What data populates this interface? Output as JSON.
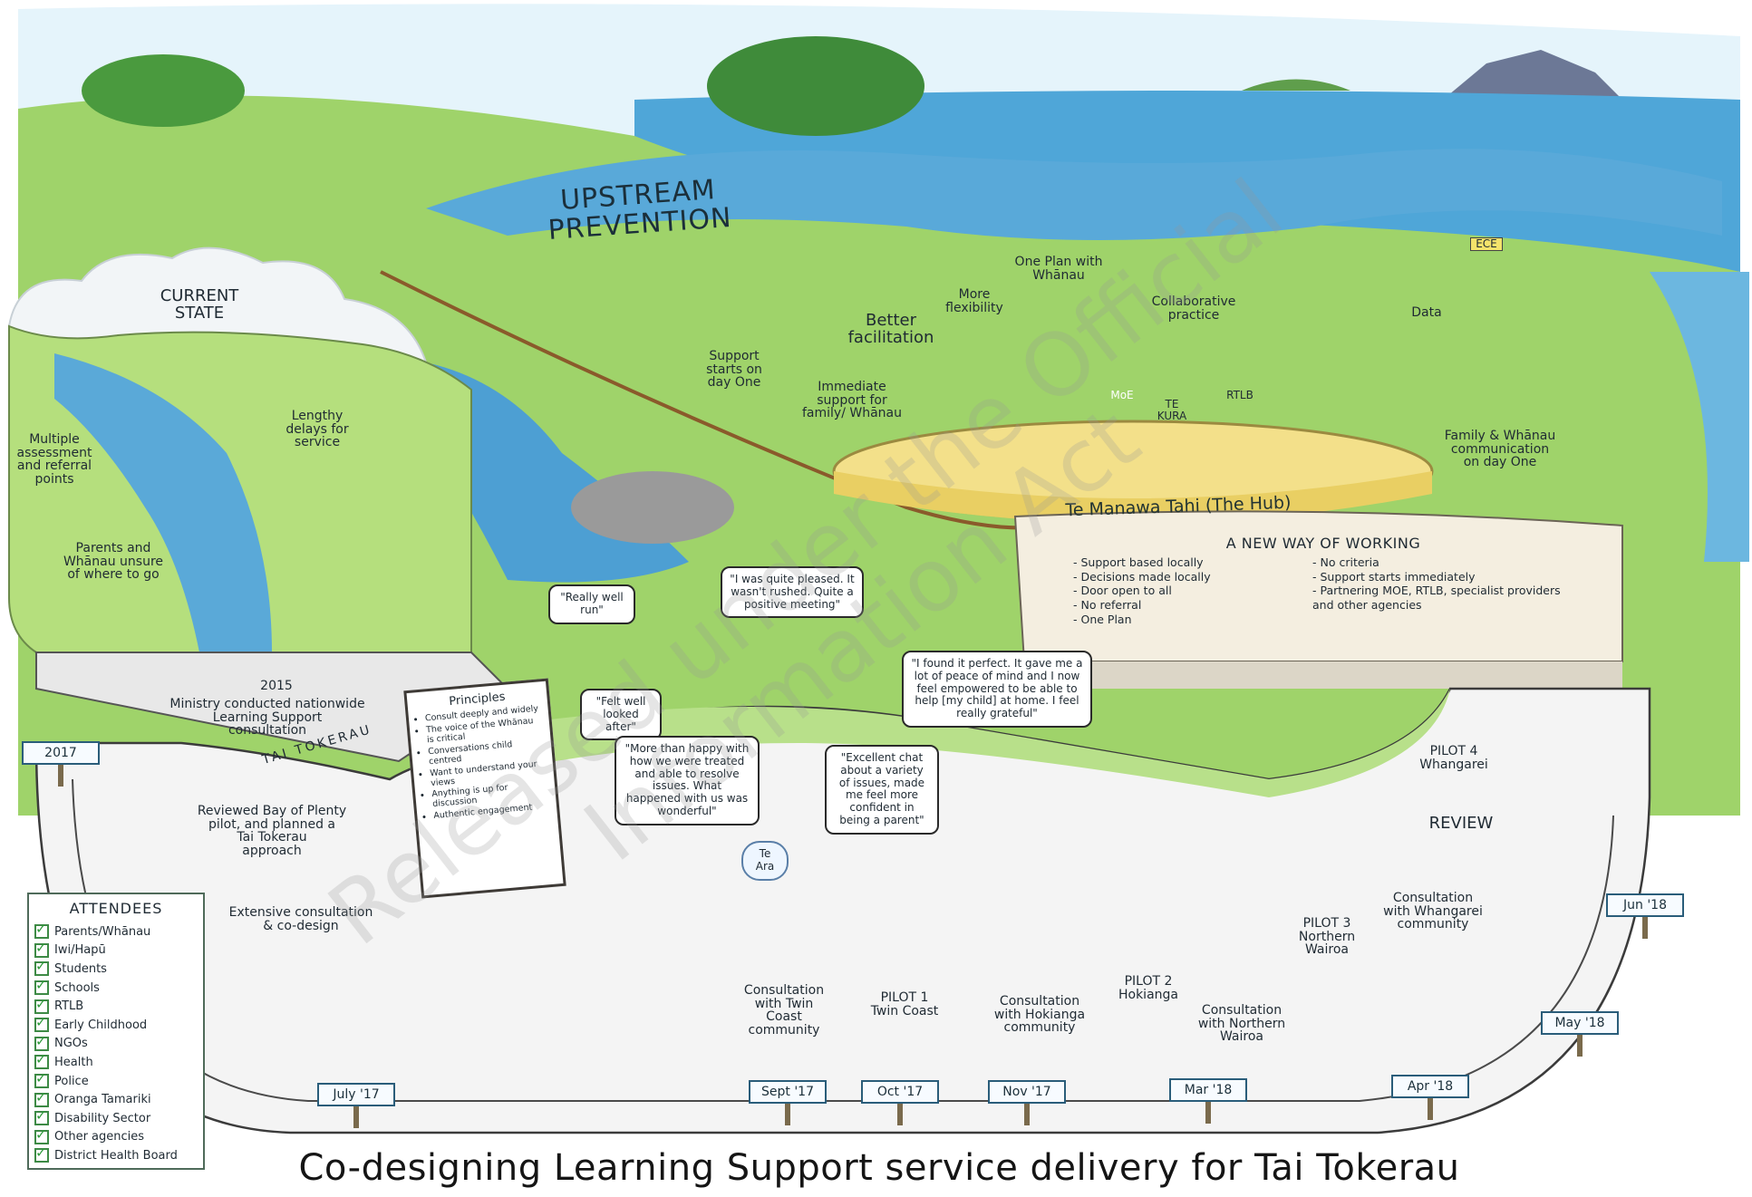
{
  "title": "Co-designing Learning Support service delivery for Tai Tokerau",
  "watermark": "Released under the Official Information Act",
  "colors": {
    "sky": "#dff1fb",
    "grass": "#9fd36a",
    "water": "#4fa6d8",
    "path": "#f4f4f4",
    "stage": "#f3e08a",
    "accent": "#e5892a"
  },
  "scene": {
    "upstream_heading": "UPSTREAM PREVENTION",
    "current_state_heading": "CURRENT\nSTATE",
    "current_state_notes": [
      "Multiple\nassessment\nand referral\npoints",
      "Lengthy\ndelays for\nservice",
      "Parents and\nWhānau unsure\nof where to go"
    ],
    "tai_tokerau_sign": "TAI TOKERAU",
    "ministry_note_year": "2015",
    "ministry_note": "Ministry conducted nationwide\nLearning Support\nconsultation",
    "upstream_labels": [
      "Support\nstarts on\nday One",
      "Immediate\nsupport for\nfamily/ Whānau",
      "Better\nfacilitation",
      "More\nflexibility",
      "One Plan with\nWhānau",
      "Collaborative\npractice",
      "Data",
      "Family & Whānau\ncommunication\non day One"
    ],
    "hub_label": "Te Manawa Tahi (The Hub)",
    "shirt_labels": [
      "MoE",
      "TE\nKURA",
      "RTLB"
    ],
    "ece_sign": "ECE"
  },
  "new_way": {
    "heading": "A NEW WAY OF WORKING",
    "left": [
      "Support based locally",
      "Decisions made locally",
      "Door open to all",
      "No referral",
      "One Plan"
    ],
    "right": [
      "No criteria",
      "Support starts immediately",
      "Partnering MOE, RTLB, specialist providers and other agencies"
    ]
  },
  "bubbles": [
    "\"Really well\nrun\"",
    "\"I was quite pleased.\nIt wasn't rushed. Quite\na positive meeting\"",
    "\"Felt well\nlooked after\"",
    "\"More than happy with\nhow we were treated\nand able to resolve\nissues. What happened\nwith us was wonderful\"",
    "\"I found it perfect. It gave\nme a lot of peace of mind\nand I now feel empowered to\nbe able to help [my child] at\nhome. I feel really grateful\"",
    "\"Excellent chat\nabout a variety\nof issues, made\nme feel more\nconfident in\nbeing a parent\""
  ],
  "principles": {
    "heading": "Principles",
    "items": [
      "Consult deeply and widely",
      "The voice of the Whānau is critical",
      "Conversations child centred",
      "Want to understand your views",
      "Anything is up for discussion",
      "Authentic engagement"
    ]
  },
  "timeline": {
    "dates": [
      "2017",
      "July '17",
      "Sept '17",
      "Oct '17",
      "Nov '17",
      "Mar '18",
      "Apr '18",
      "May '18",
      "Jun '18"
    ],
    "stages": [
      "Reviewed Bay of Plenty\npilot, and planned a\nTai Tokerau\napproach",
      "Extensive consultation\n& co-design",
      "Consultation\nwith Twin\nCoast\ncommunity",
      "PILOT 1\nTwin Coast",
      "Consultation\nwith Hokianga\ncommunity",
      "PILOT 2\nHokianga",
      "Consultation\nwith Northern\nWairoa",
      "PILOT 3\nNorthern\nWairoa",
      "Consultation\nwith Whangarei\ncommunity",
      "REVIEW",
      "PILOT 4\nWhangarei"
    ],
    "thought_bubble": "Te\nAra"
  },
  "attendees": {
    "heading": "ATTENDEES",
    "items": [
      "Parents/Whānau",
      "Iwi/Hapū",
      "Students",
      "Schools",
      "RTLB",
      "Early Childhood",
      "NGOs",
      "Health",
      "Police",
      "Oranga Tamariki",
      "Disability Sector",
      "Other agencies",
      "District Health Board"
    ]
  }
}
